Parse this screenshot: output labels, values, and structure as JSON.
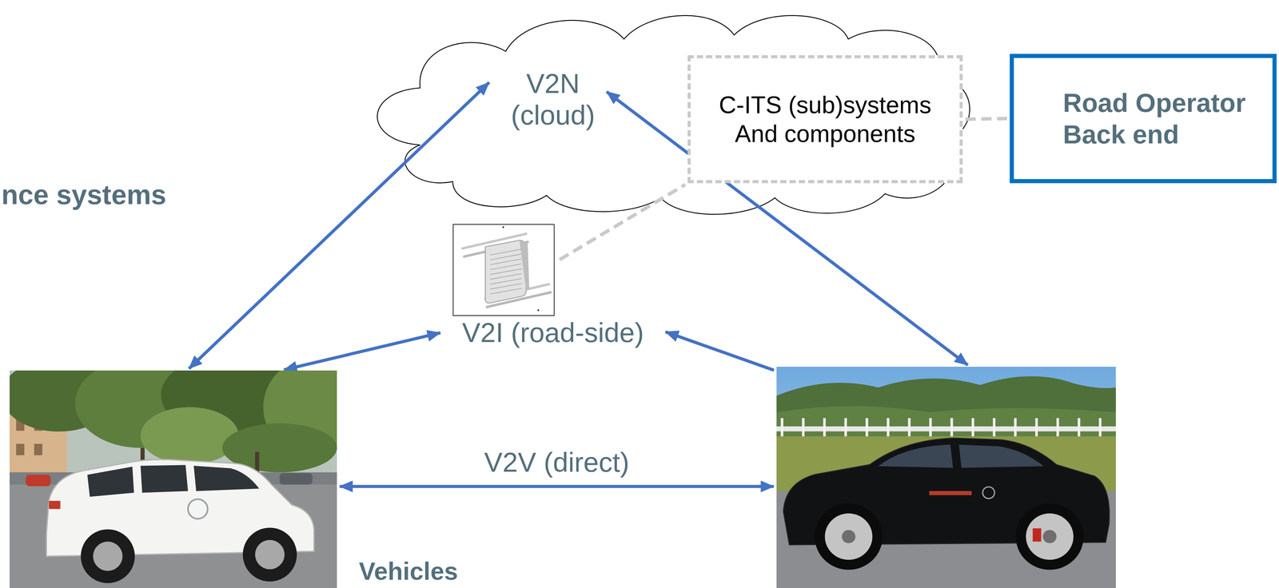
{
  "diagram": {
    "nodes": [
      {
        "text": [
          "V2N (cloud)"
        ]
      },
      {
        "text": [
          "C-ITS (sub)systems And components"
        ],
        "in": 0
      },
      {
        "text": [
          "Road Operator Back end"
        ]
      },
      {
        "text": [
          "V2I (road-side)"
        ]
      },
      {
        "text": [
          "Vehicles"
        ]
      },
      {
        "text": []
      }
    ],
    "edges": [
      {
        "from": 4,
        "to": 0,
        "arrow": "both"
      },
      {
        "from": 4,
        "to": 3,
        "arrow": "both"
      },
      {
        "from": 5,
        "to": 3,
        "arrow": "to"
      },
      {
        "from": 5,
        "to": 0,
        "arrow": "both"
      },
      {
        "from": 4,
        "to": 5,
        "label": "V2V (direct)",
        "arrow": "both"
      },
      {
        "from": 1,
        "to": 2,
        "arrow": "none"
      },
      {
        "from": 3,
        "to": 1,
        "arrow": "none"
      }
    ],
    "labels": [
      "nce systems"
    ]
  }
}
